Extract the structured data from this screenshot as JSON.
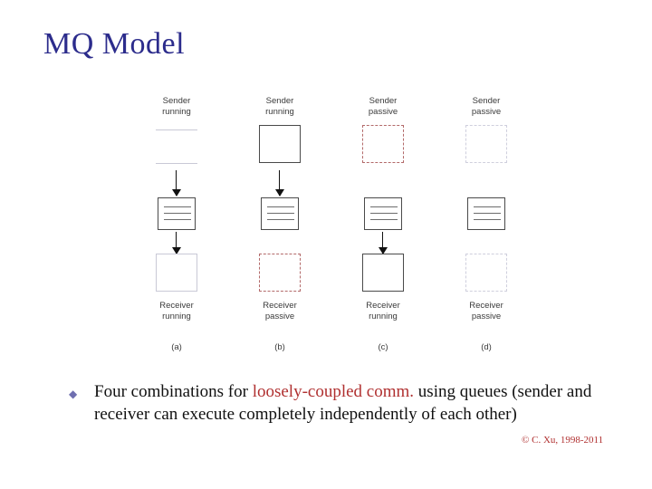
{
  "slide": {
    "title": "MQ Model"
  },
  "figure": {
    "columns": [
      {
        "top_label": "Sender\nrunning",
        "bottom_label": "Receiver\nrunning",
        "letter": "(a)",
        "top_box_style": "faint-solid",
        "bottom_box_style": "faint-solid",
        "top_arrow": true,
        "bottom_arrow": true
      },
      {
        "top_label": "Sender\nrunning",
        "bottom_label": "Receiver\npassive",
        "letter": "(b)",
        "top_box_style": "solid",
        "bottom_box_style": "dashed",
        "top_arrow": true,
        "bottom_arrow": false
      },
      {
        "top_label": "Sender\npassive",
        "bottom_label": "Receiver\nrunning",
        "letter": "(c)",
        "top_box_style": "dashed",
        "bottom_box_style": "solid",
        "top_arrow": false,
        "bottom_arrow": true
      },
      {
        "top_label": "Sender\npassive",
        "bottom_label": "Receiver\npassive",
        "letter": "(d)",
        "top_box_style": "faint-dashed",
        "bottom_box_style": "faint-dashed",
        "top_arrow": false,
        "bottom_arrow": false
      }
    ]
  },
  "bullet": {
    "marker": "u",
    "text_part1": "Four combinations for ",
    "highlight": "loosely-coupled comm.",
    "text_part2": " using queues (sender and receiver can execute completely independently of each other)"
  },
  "footer": {
    "copyright": "© C. Xu, 1998-2011"
  }
}
